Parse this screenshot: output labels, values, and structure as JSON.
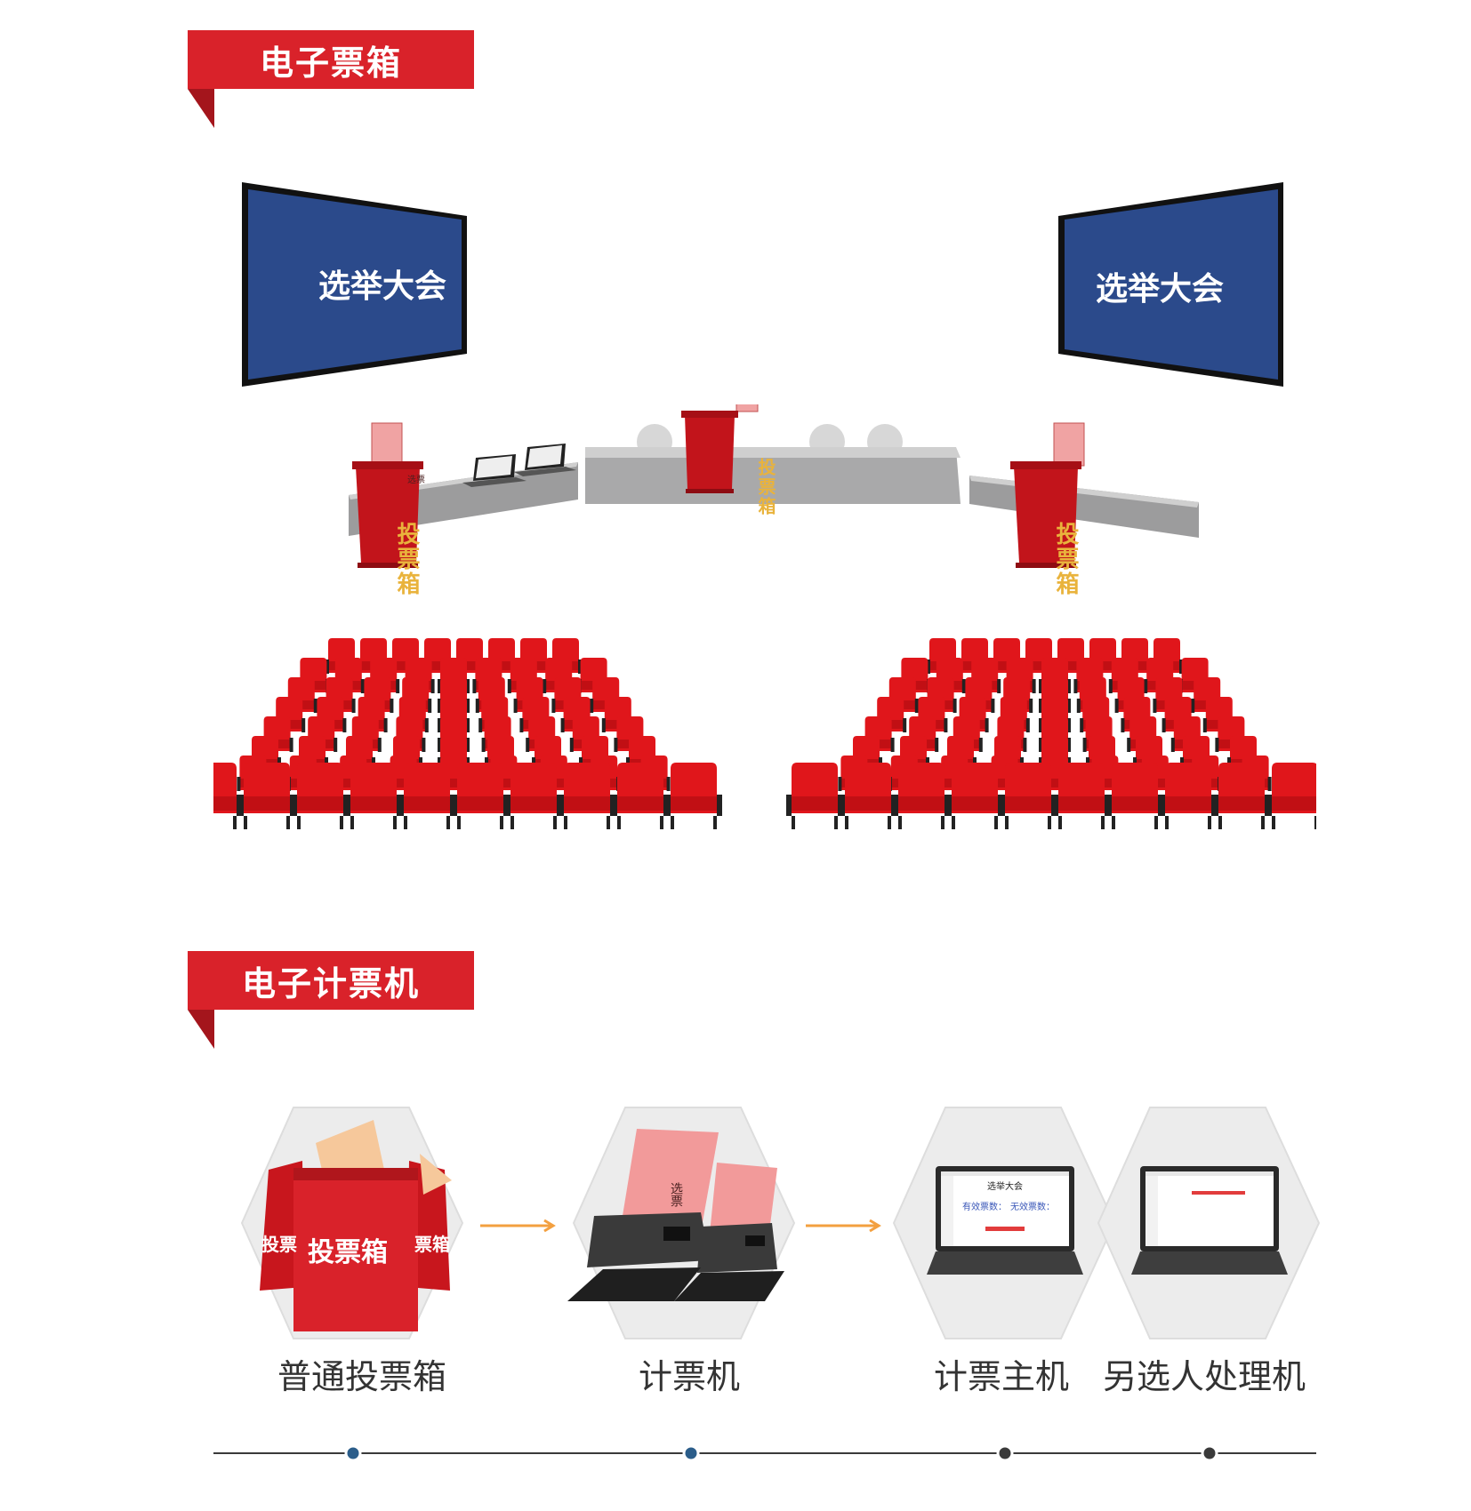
{
  "section1": {
    "title": "电子票箱"
  },
  "screens": {
    "left_label": "选举大会",
    "right_label": "选举大会"
  },
  "ballot_boxes": {
    "left_label": "投票箱",
    "center_label": "投票箱",
    "right_label": "投票箱"
  },
  "ballot_paper": {
    "label": "选票"
  },
  "section2": {
    "title": "电子计票机"
  },
  "devices": [
    {
      "label": "普通投票箱"
    },
    {
      "label": "计票机"
    },
    {
      "label": "计票主机"
    },
    {
      "label": "另选人处理机"
    }
  ],
  "device_images": {
    "box_front_label": "投票箱",
    "box_left_label": "投票",
    "box_right_label": "票箱",
    "paper_label": "选票",
    "host_title": "选举大会",
    "host_valid": "有效票数：",
    "host_invalid": "无效票数："
  },
  "colors": {
    "accent_red": "#d9222a",
    "screen_blue": "#2b4a8b",
    "seat_red": "#e0161b",
    "gold": "#e9b33c"
  }
}
